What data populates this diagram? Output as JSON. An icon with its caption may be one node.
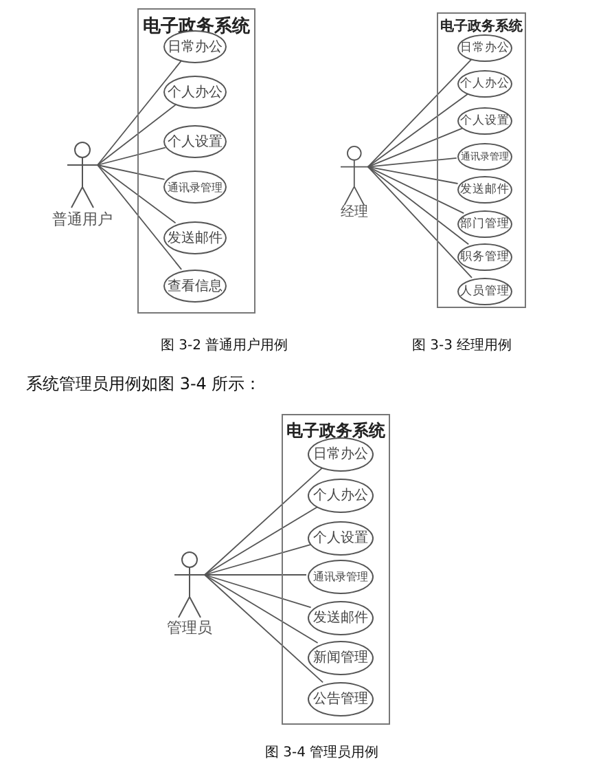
{
  "diagram": {
    "nodes": [
      {
        "text": [
          "电子政务系统"
        ]
      },
      {
        "text": [],
        "shape": "person",
        "beside": [
          "普通用户"
        ]
      },
      {
        "text": [
          "日常办公"
        ],
        "in": 0
      },
      {
        "text": [
          "个人办公"
        ],
        "in": 0
      },
      {
        "text": [
          "个人设置"
        ],
        "in": 0
      },
      {
        "text": [
          "通讯录管理"
        ],
        "in": 0
      },
      {
        "text": [
          "发送邮件"
        ],
        "in": 0
      },
      {
        "text": [
          "查看信息"
        ],
        "in": 0
      },
      {
        "text": [
          "电子政务系统"
        ]
      },
      {
        "text": [],
        "shape": "person",
        "beside": [
          "经理"
        ]
      },
      {
        "text": [
          "日常办公"
        ],
        "in": 8
      },
      {
        "text": [
          "个人办公"
        ],
        "in": 8
      },
      {
        "text": [
          "个人设置"
        ],
        "in": 8
      },
      {
        "text": [
          "通讯录管理"
        ],
        "in": 8
      },
      {
        "text": [
          "发送邮件"
        ],
        "in": 8
      },
      {
        "text": [
          "部门管理"
        ],
        "in": 8
      },
      {
        "text": [
          "职务管理"
        ],
        "in": 8
      },
      {
        "text": [
          "人员管理"
        ],
        "in": 8
      },
      {
        "text": [
          "电子政务系统"
        ]
      },
      {
        "text": [],
        "shape": "person",
        "beside": [
          "管理员"
        ]
      },
      {
        "text": [
          "日常办公"
        ],
        "in": 18
      },
      {
        "text": [
          "个人办公"
        ],
        "in": 18
      },
      {
        "text": [
          "个人设置"
        ],
        "in": 18
      },
      {
        "text": [
          "通讯录管理"
        ],
        "in": 18
      },
      {
        "text": [
          "发送邮件"
        ],
        "in": 18
      },
      {
        "text": [
          "新闻管理"
        ],
        "in": 18
      },
      {
        "text": [
          "公告管理"
        ],
        "in": 18
      }
    ],
    "edges": [
      {
        "from": 1,
        "to": 2,
        "arrow": "none"
      },
      {
        "from": 1,
        "to": 3,
        "arrow": "none"
      },
      {
        "from": 1,
        "to": 4,
        "arrow": "none"
      },
      {
        "from": 1,
        "to": 5,
        "arrow": "none"
      },
      {
        "from": 1,
        "to": 6,
        "arrow": "none"
      },
      {
        "from": 1,
        "to": 7,
        "arrow": "none"
      },
      {
        "from": 9,
        "to": 10,
        "arrow": "none"
      },
      {
        "from": 9,
        "to": 11,
        "arrow": "none"
      },
      {
        "from": 9,
        "to": 12,
        "arrow": "none"
      },
      {
        "from": 9,
        "to": 13,
        "arrow": "none"
      },
      {
        "from": 9,
        "to": 14,
        "arrow": "none"
      },
      {
        "from": 9,
        "to": 15,
        "arrow": "none"
      },
      {
        "from": 9,
        "to": 16,
        "arrow": "none"
      },
      {
        "from": 9,
        "to": 17,
        "arrow": "none"
      },
      {
        "from": 19,
        "to": 20,
        "arrow": "none"
      },
      {
        "from": 19,
        "to": 21,
        "arrow": "none"
      },
      {
        "from": 19,
        "to": 22,
        "arrow": "none"
      },
      {
        "from": 19,
        "to": 23,
        "arrow": "none"
      },
      {
        "from": 19,
        "to": 24,
        "arrow": "none"
      },
      {
        "from": 19,
        "to": 25,
        "arrow": "none"
      },
      {
        "from": 19,
        "to": 26,
        "arrow": "none"
      }
    ],
    "labels": [
      "图 3-2 普通用户用例",
      "图 3-3 经理用例",
      "系统管理员用例如图 3-4 所示：",
      "图 3-4 管理员用例"
    ]
  }
}
